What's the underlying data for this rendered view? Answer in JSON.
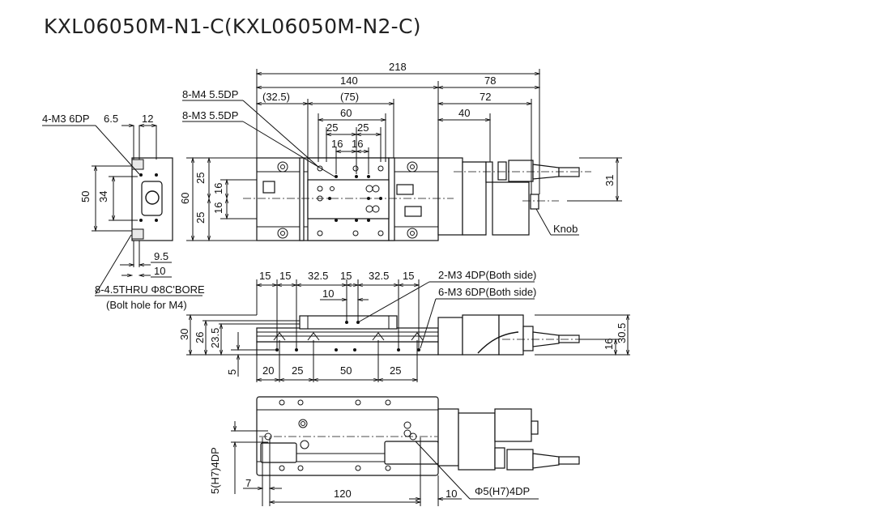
{
  "title": "KXL06050M-N1-C(KXL06050M-N2-C)",
  "top_view": {
    "dims_horizontal": [
      "218",
      "140",
      "78",
      "(32.5)",
      "(75)",
      "72",
      "60",
      "40",
      "25",
      "25",
      "16",
      "16"
    ],
    "dims_vertical": [
      "60",
      "25",
      "25",
      "16",
      "16",
      "31"
    ],
    "callouts": [
      "8-M4 5.5DP",
      "8-M3 5.5DP",
      "Knob"
    ]
  },
  "end_view": {
    "dims": [
      "6.5",
      "12",
      "50",
      "34",
      "9.5",
      "10"
    ],
    "callouts": [
      "4-M3 6DP",
      "8-4.5THRU Φ8C'BORE",
      "(Bolt hole for M4)"
    ]
  },
  "side_view": {
    "dims_top": [
      "15",
      "15",
      "32.5",
      "15",
      "32.5",
      "15",
      "10"
    ],
    "dims_bottom": [
      "20",
      "25",
      "50",
      "25"
    ],
    "dims_vertical": [
      "30",
      "26",
      "23.5",
      "5",
      "16",
      "30.5"
    ],
    "callouts": [
      "2-M3 4DP(Both side)",
      "6-M3 6DP(Both side)"
    ]
  },
  "bottom_view": {
    "dims": [
      "5(H7)4DP",
      "7",
      "120",
      "10"
    ],
    "callouts": [
      "Φ5(H7)4DP"
    ]
  }
}
